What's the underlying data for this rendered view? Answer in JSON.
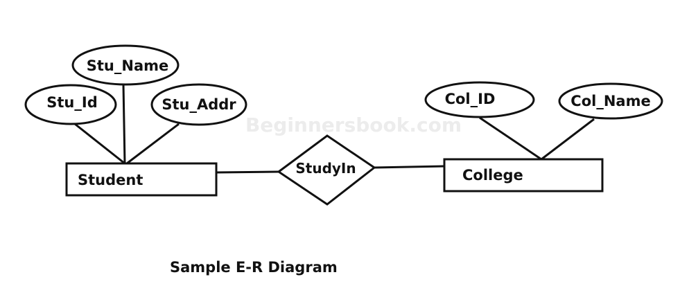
{
  "watermark": "Beginnersbook.com",
  "caption": "Sample E-R Diagram",
  "entities": {
    "student": "Student",
    "college": "College"
  },
  "relationship": {
    "study_in": "StudyIn"
  },
  "attributes": {
    "stu_name": "Stu_Name",
    "stu_id": "Stu_Id",
    "stu_addr": "Stu_Addr",
    "col_id": "Col_ID",
    "col_name": "Col_Name"
  },
  "colors": {
    "stroke": "#111111",
    "background": "#ffffff",
    "watermark": "#ececec"
  }
}
